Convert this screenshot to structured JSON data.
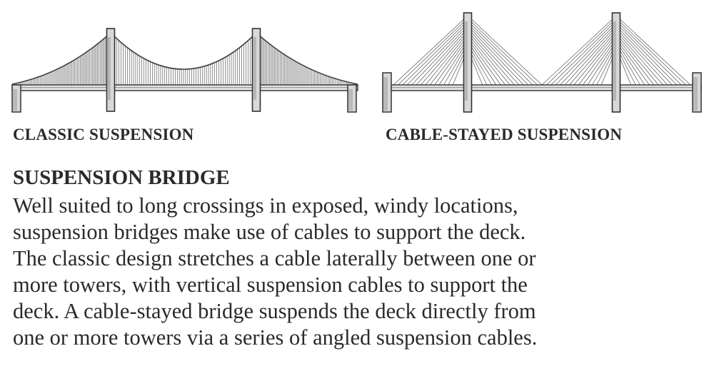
{
  "diagrams": {
    "classic": {
      "caption": "CLASSIC SUSPENSION",
      "colors": {
        "cable": "#444444",
        "deck": "#e4e4e4",
        "tower": "#d8d8d8",
        "outline": "#333333",
        "shade": "#9a9a9a"
      }
    },
    "cable_stayed": {
      "caption": "CABLE-STAYED SUSPENSION",
      "colors": {
        "cable": "#555555",
        "deck": "#e4e4e4",
        "tower": "#d8d8d8",
        "outline": "#333333",
        "shade": "#9a9a9a"
      }
    }
  },
  "section": {
    "title": "SUSPENSION BRIDGE",
    "lines": [
      "Well suited to long crossings in exposed, windy locations,",
      "suspension bridges make use of cables to support the deck.",
      "The classic design stretches a cable laterally between one or",
      "more towers, with vertical suspension cables to support the",
      "deck. A cable-stayed bridge suspends the deck directly from",
      "one or more towers via a series of angled suspension cables."
    ]
  }
}
